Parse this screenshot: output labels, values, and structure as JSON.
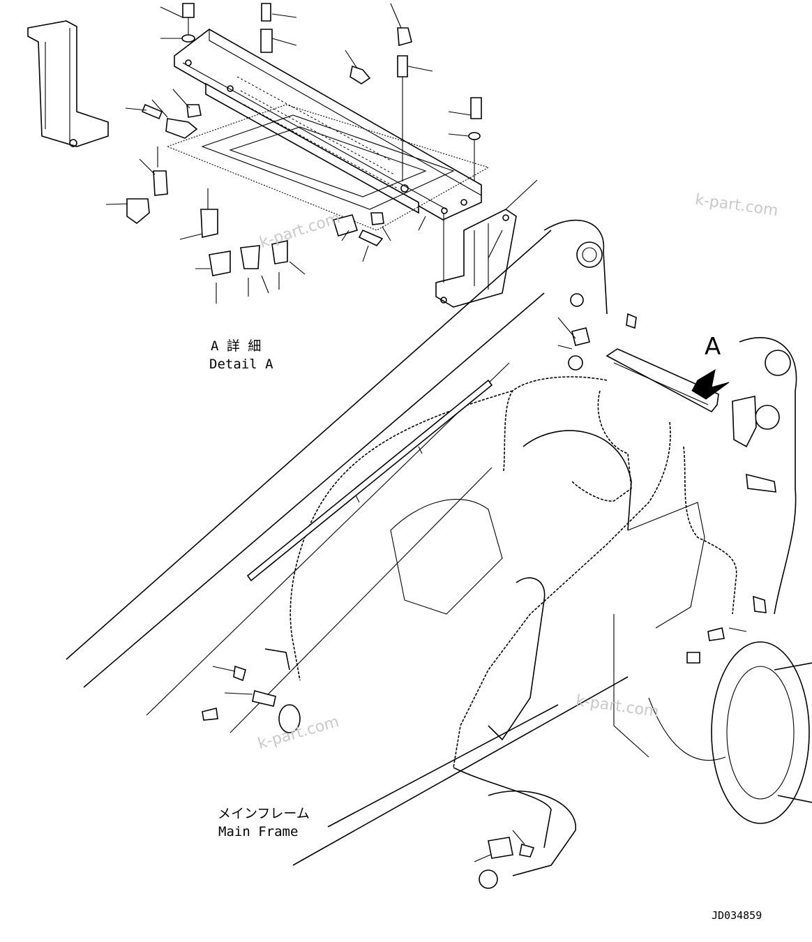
{
  "labels": {
    "detail_jp": "A 詳 細",
    "detail_en": "Detail A",
    "main_frame_jp": "メインフレーム",
    "main_frame_en": "Main Frame",
    "view_letter": "A",
    "drawing_number": "JD034859"
  },
  "watermarks": [
    "k-part.com",
    "k-part.com",
    "k-part.com",
    "k-part.com"
  ],
  "colors": {
    "line": "#000000",
    "background": "#ffffff",
    "watermark": "#c9c9c9"
  }
}
